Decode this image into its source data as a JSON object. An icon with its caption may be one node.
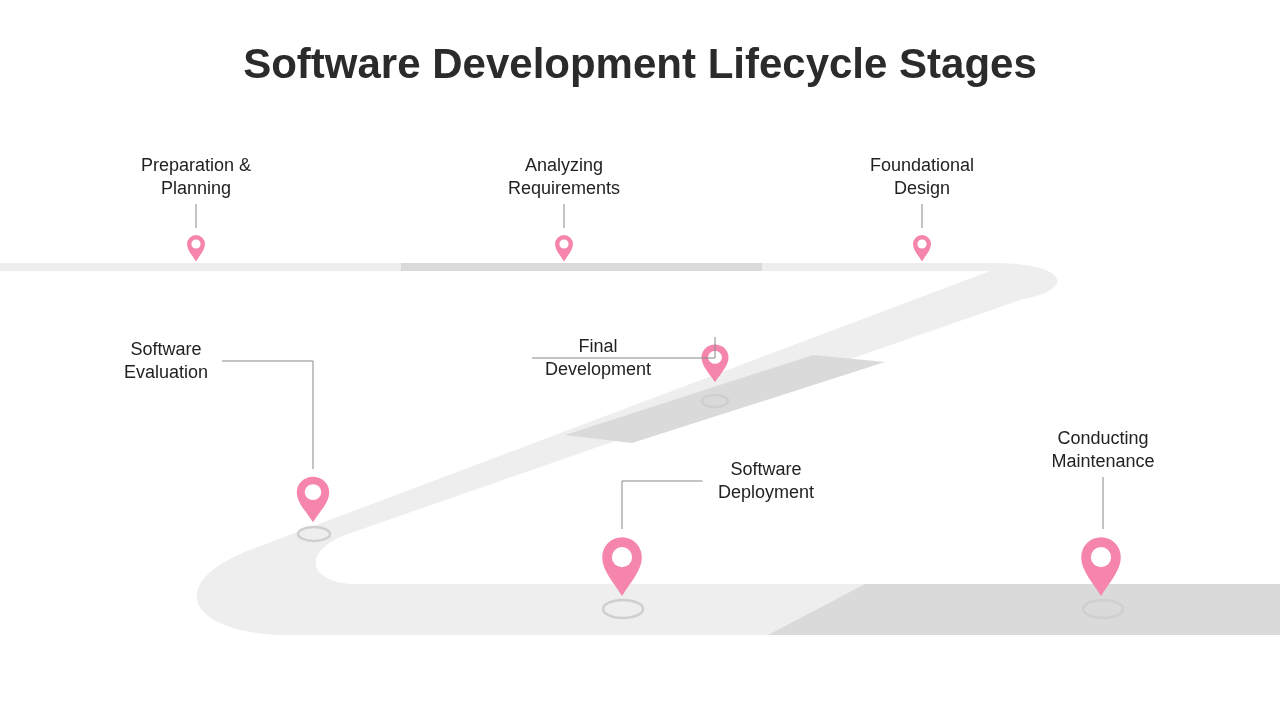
{
  "diagram": {
    "title": "Software Development Lifecycle Stages",
    "nodes": [
      {
        "text": [
          "Preparation & Planning"
        ]
      },
      {
        "text": [],
        "shape": "pin"
      },
      {
        "text": [
          "Analyzing Requirements"
        ]
      },
      {
        "text": [],
        "shape": "pin"
      },
      {
        "text": [
          "Foundational Design"
        ]
      },
      {
        "text": [],
        "shape": "pin"
      },
      {
        "text": [
          "Software Evaluation"
        ]
      },
      {
        "text": [],
        "shape": "pin"
      },
      {
        "text": [
          "Final Development"
        ]
      },
      {
        "text": [],
        "shape": "pin"
      },
      {
        "text": [
          "Software Deployment"
        ]
      },
      {
        "text": [],
        "shape": "pin"
      },
      {
        "text": [
          "Conducting Maintenance"
        ]
      },
      {
        "text": [],
        "shape": "pin"
      }
    ],
    "edges": [
      {
        "from": 0,
        "to": 1,
        "arrow": "none"
      },
      {
        "from": 2,
        "to": 3,
        "arrow": "none"
      },
      {
        "from": 4,
        "to": 5,
        "arrow": "none"
      },
      {
        "from": 6,
        "to": 7,
        "arrow": "none"
      },
      {
        "from": 8,
        "to": 9,
        "arrow": "none"
      },
      {
        "from": 10,
        "to": 11,
        "arrow": "none"
      },
      {
        "from": 12,
        "to": 13,
        "arrow": "none"
      }
    ]
  }
}
